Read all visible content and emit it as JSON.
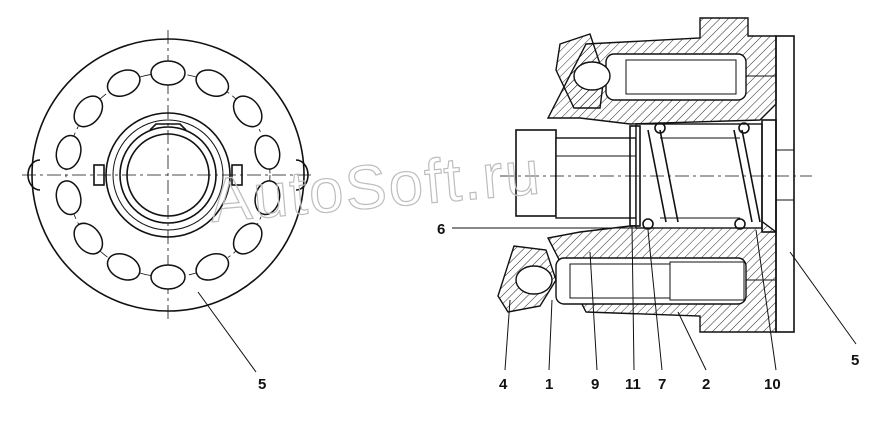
{
  "watermark": "AutoSoft.ru",
  "callouts": {
    "left_5": "5",
    "c4": "4",
    "c1": "1",
    "c9": "9",
    "c11": "11",
    "c7": "7",
    "c2": "2",
    "c10": "10",
    "c5": "5",
    "c6": "6"
  }
}
